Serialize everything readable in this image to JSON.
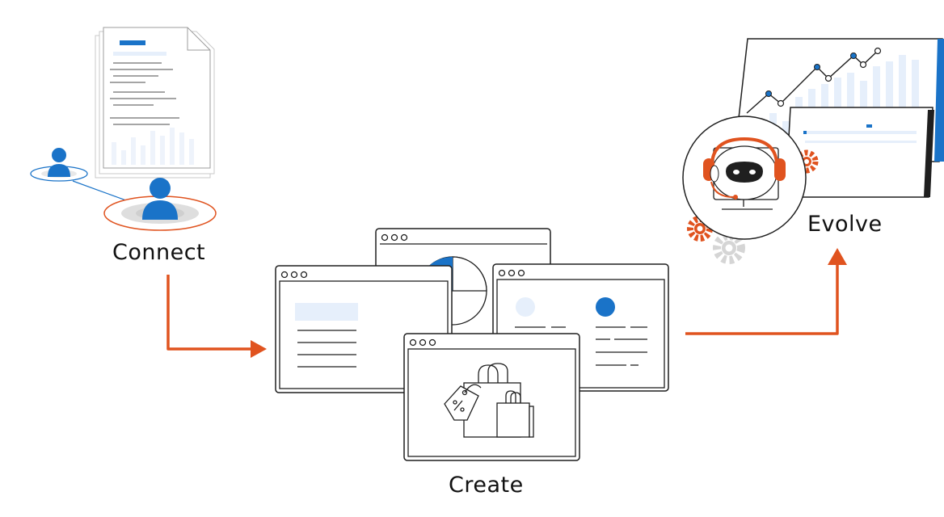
{
  "steps": {
    "connect": "Connect",
    "create": "Create",
    "evolve": "Evolve"
  },
  "colors": {
    "accent_orange": "#e0531f",
    "brand_blue": "#1a73c8",
    "light_blue": "#e6effb",
    "outline": "#1f1f1f",
    "gear_gray": "#d5d5d5"
  },
  "icons": {
    "connect": [
      "document-icon",
      "user-icon",
      "user-network-icon"
    ],
    "create": [
      "browser-window-icon",
      "pie-chart-icon",
      "shopping-bags-icon",
      "price-tag-icon"
    ],
    "evolve": [
      "line-chart-icon",
      "chatbot-icon",
      "gear-icon"
    ]
  }
}
